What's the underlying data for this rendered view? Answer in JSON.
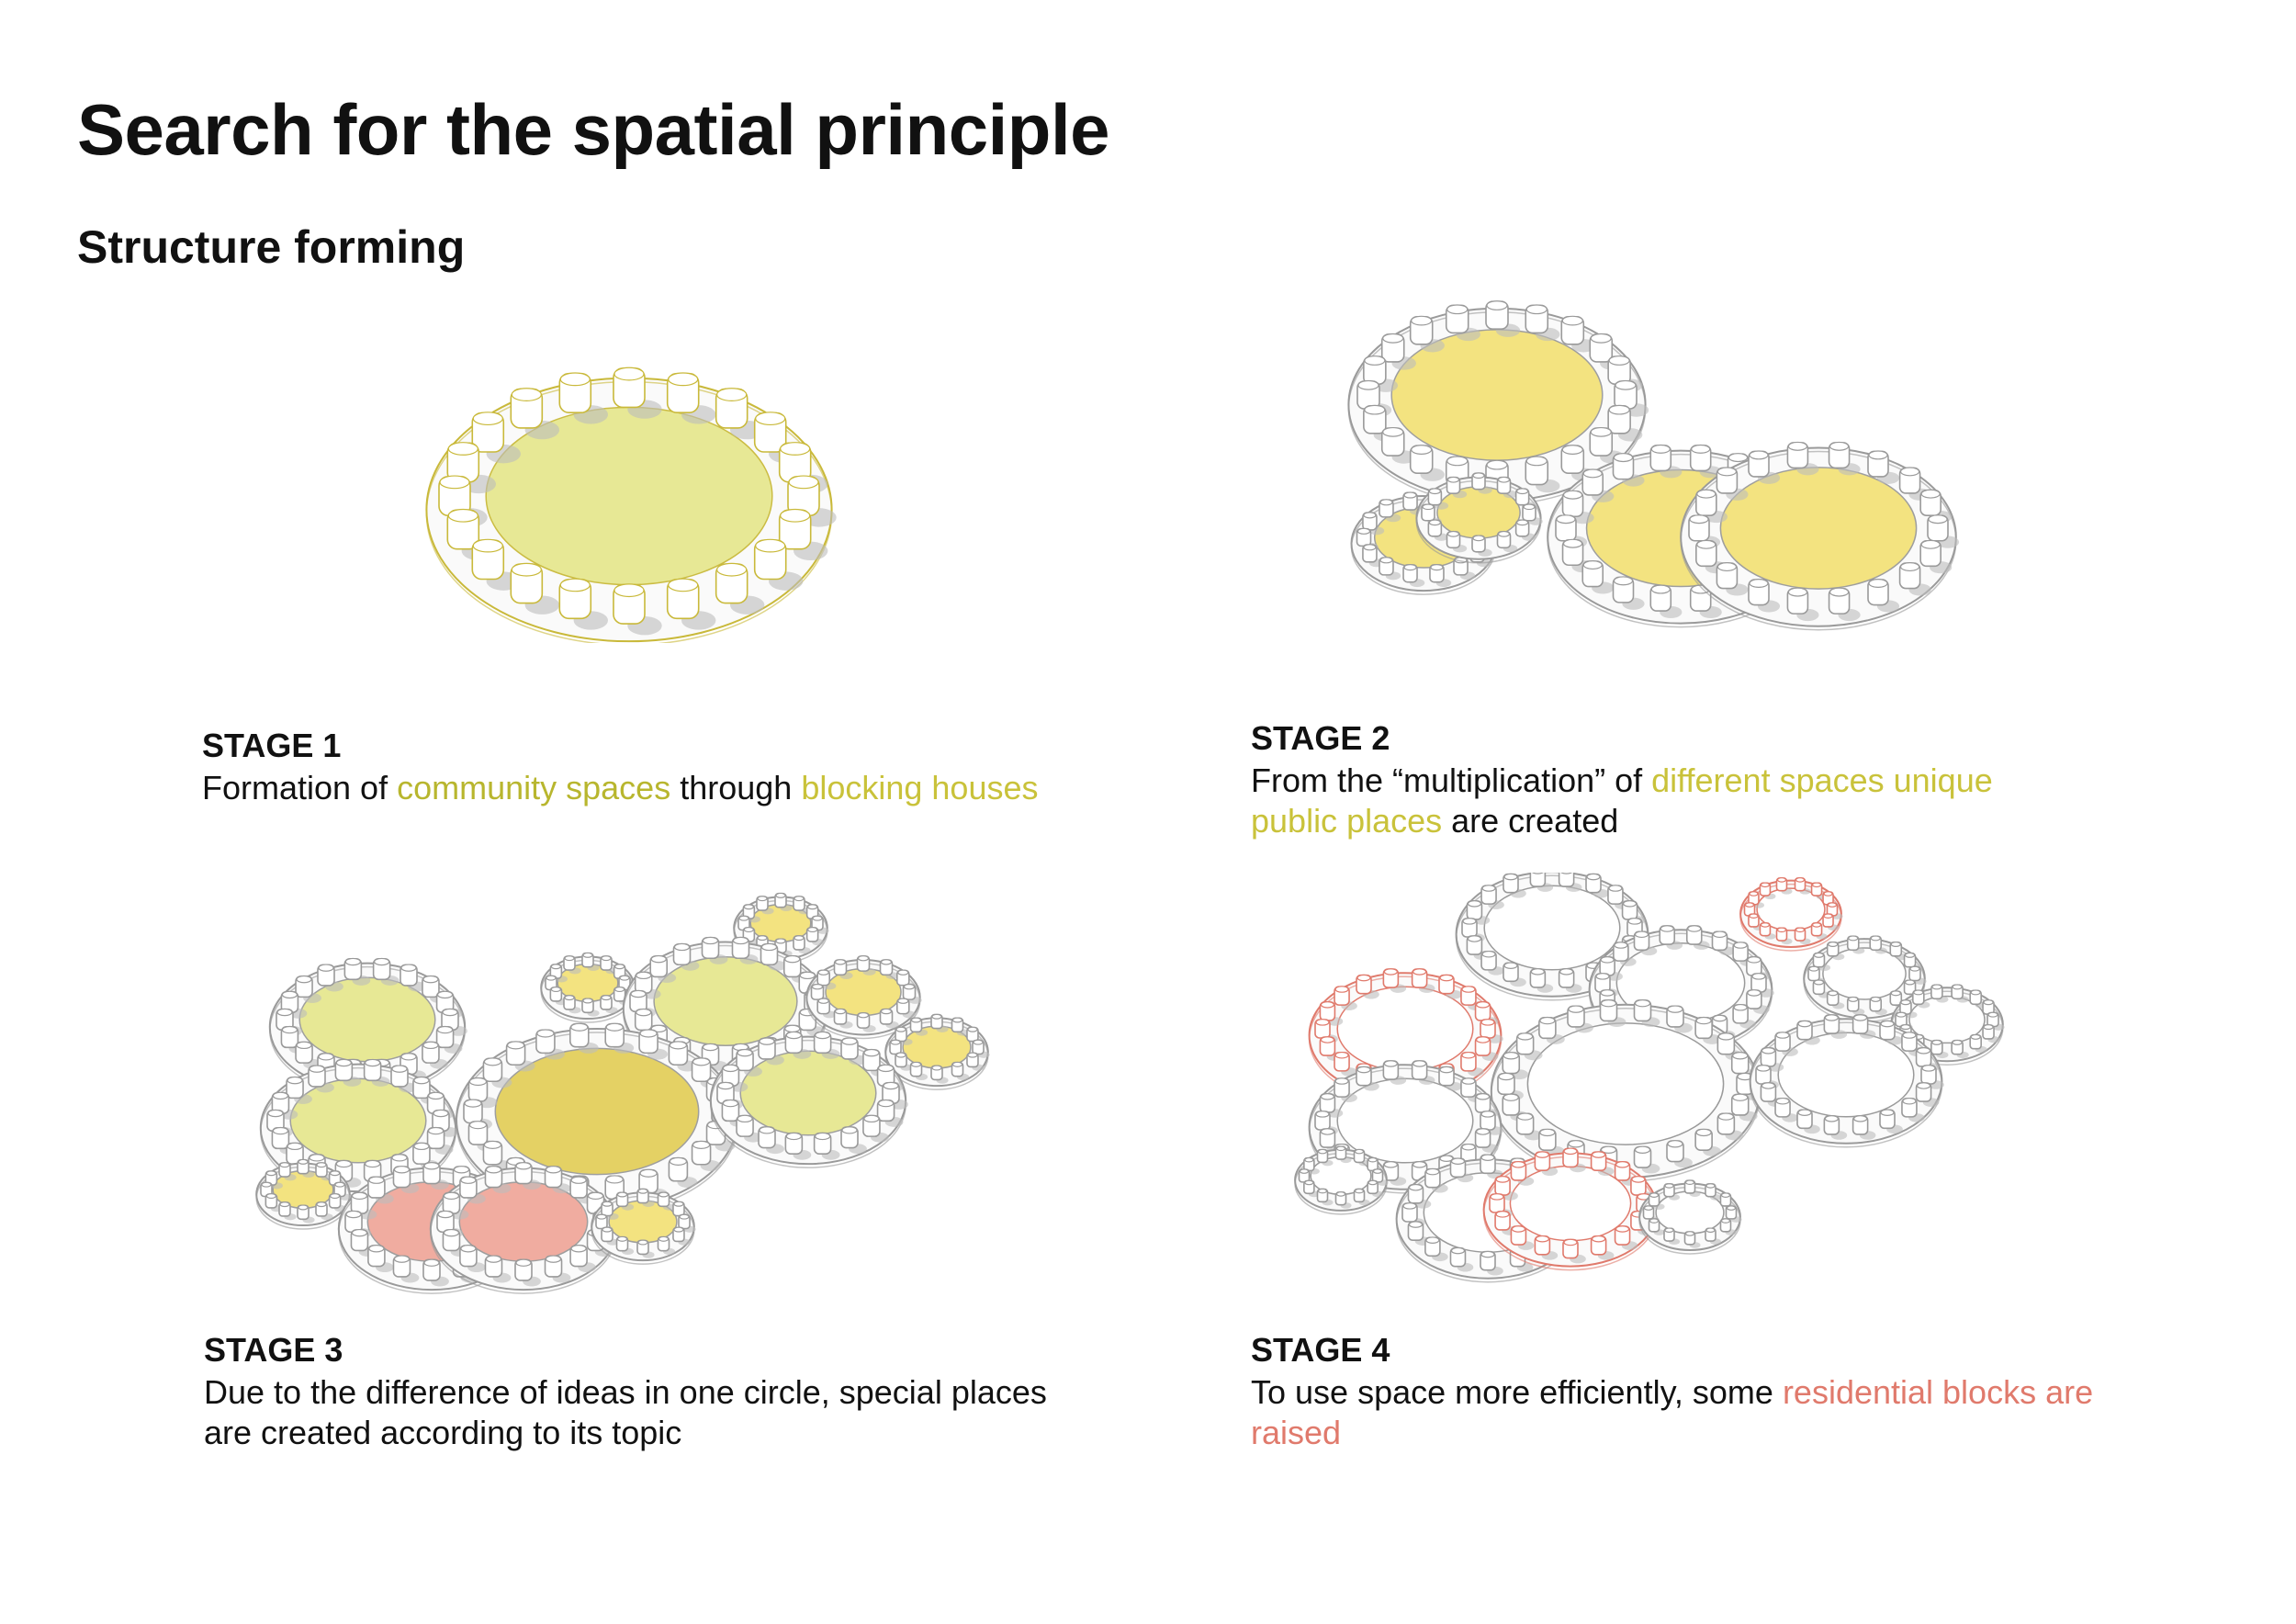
{
  "title": "Search for the spatial principle",
  "subtitle": "Structure forming",
  "colors": {
    "yellow": "#f3e27a",
    "yellow_dark": "#e3cf5c",
    "lime": "#e6e890",
    "pink": "#f0a89c",
    "pink_line": "#e07a6c",
    "house_fill": "#ffffff",
    "house_stroke": "#9a9a9a",
    "shadow": "#bdbdbd",
    "highlight_text_yellow": "#c9c23a",
    "highlight_text_red": "#e07a6c"
  },
  "stages": [
    {
      "label": "STAGE 1",
      "parts": [
        {
          "text": "Formation of ",
          "hl": ""
        },
        {
          "text": "community spaces",
          "hl": "y"
        },
        {
          "text": " through ",
          "hl": ""
        },
        {
          "text": "blocking houses",
          "hl": "y"
        }
      ]
    },
    {
      "label": "STAGE 2",
      "parts": [
        {
          "text": "From the “multiplication” of ",
          "hl": ""
        },
        {
          "text": "different spaces unique public places",
          "hl": "y"
        },
        {
          "text": " are created",
          "hl": ""
        }
      ]
    },
    {
      "label": "STAGE 3",
      "parts": [
        {
          "text": "Due to the difference of ideas in one circle, special places are created according to its topic",
          "hl": ""
        }
      ]
    },
    {
      "label": "STAGE 4",
      "parts": [
        {
          "text": "To use space more efficiently, some ",
          "hl": ""
        },
        {
          "text": "residential blocks are raised",
          "hl": "r"
        }
      ]
    }
  ]
}
